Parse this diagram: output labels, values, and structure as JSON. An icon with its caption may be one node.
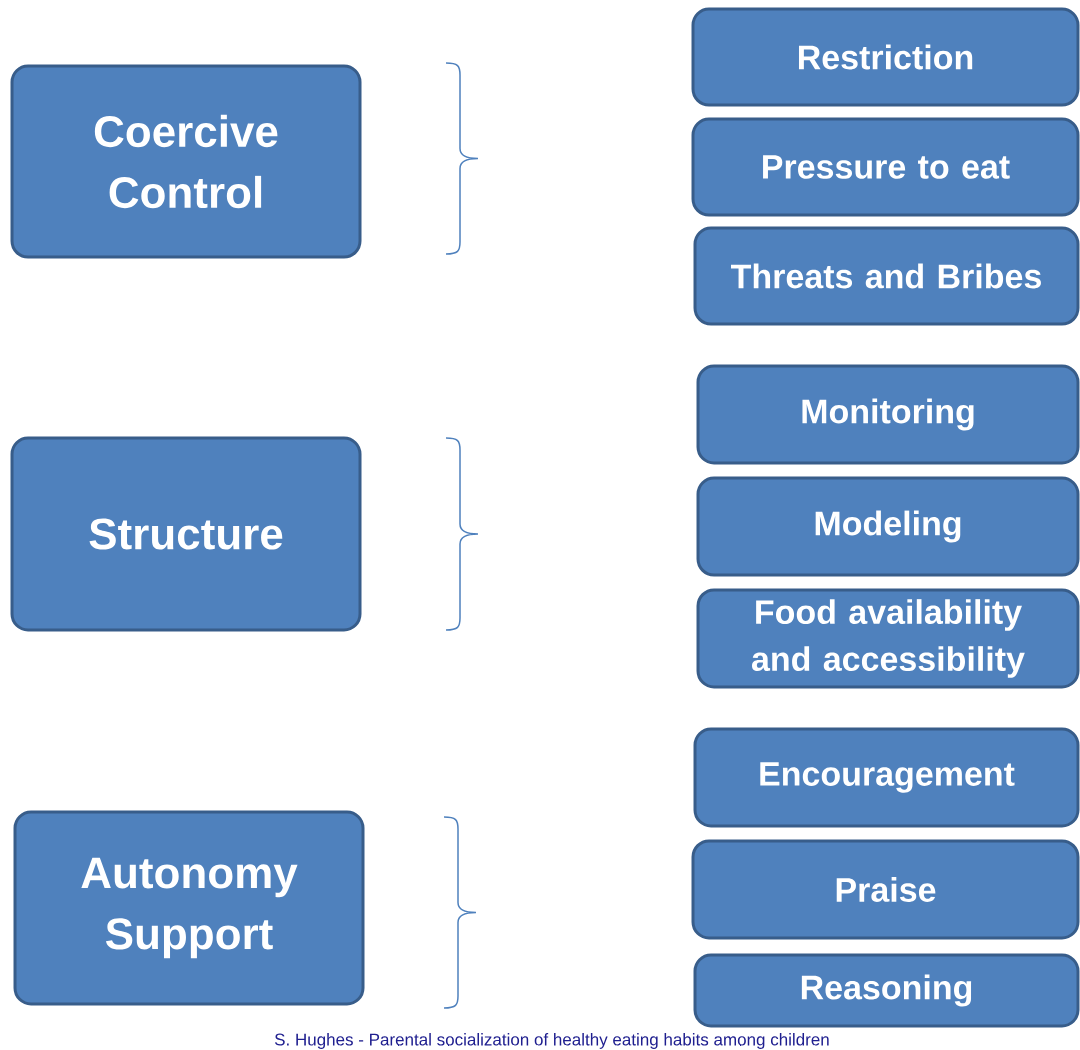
{
  "diagram": {
    "caption": "S. Hughes - Parental socialization of healthy eating habits among children",
    "nodes": [
      {
        "text": [
          "Coercive Control"
        ]
      },
      {
        "text": [
          "Restriction"
        ]
      },
      {
        "text": [
          "Pressure to eat"
        ]
      },
      {
        "text": [
          "Threats and Bribes"
        ]
      },
      {
        "text": [
          "Structure"
        ]
      },
      {
        "text": [
          "Monitoring"
        ]
      },
      {
        "text": [
          "Modeling"
        ]
      },
      {
        "text": [
          "Food availability and accessibility"
        ]
      },
      {
        "text": [
          "Autonomy Support"
        ]
      },
      {
        "text": [
          "Encouragement"
        ]
      },
      {
        "text": [
          "Praise"
        ]
      },
      {
        "text": [
          "Reasoning"
        ]
      }
    ]
  }
}
